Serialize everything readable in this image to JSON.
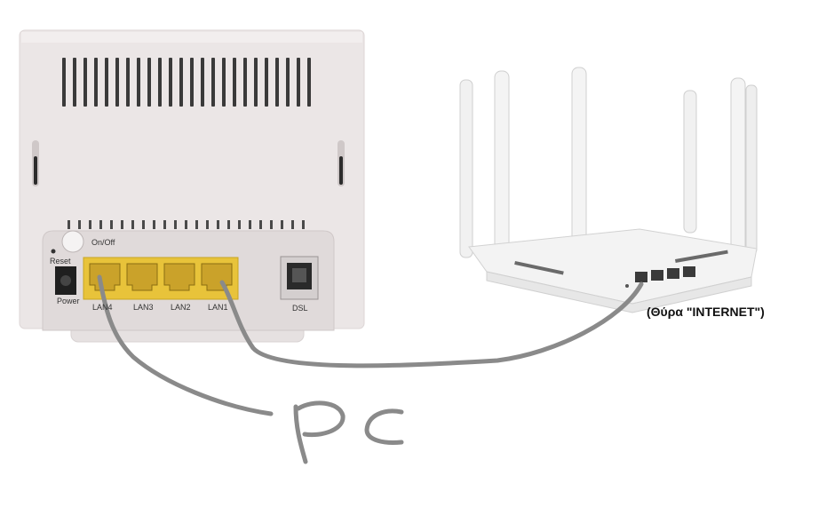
{
  "modem": {
    "on_off_label": "On/Off",
    "reset_label": "Reset",
    "power_label": "Power",
    "lan_ports": [
      "LAN4",
      "LAN3",
      "LAN2",
      "LAN1"
    ],
    "dsl_label": "DSL",
    "body_color": "#ebe6e6",
    "port_panel_color": "#e8c33a"
  },
  "router": {
    "port_annotation": "(Θύρα \"INTERNET\")",
    "body_color": "#f2f2f2"
  },
  "handwriting": {
    "note": "PC",
    "ink_color": "#8a8a8a"
  }
}
